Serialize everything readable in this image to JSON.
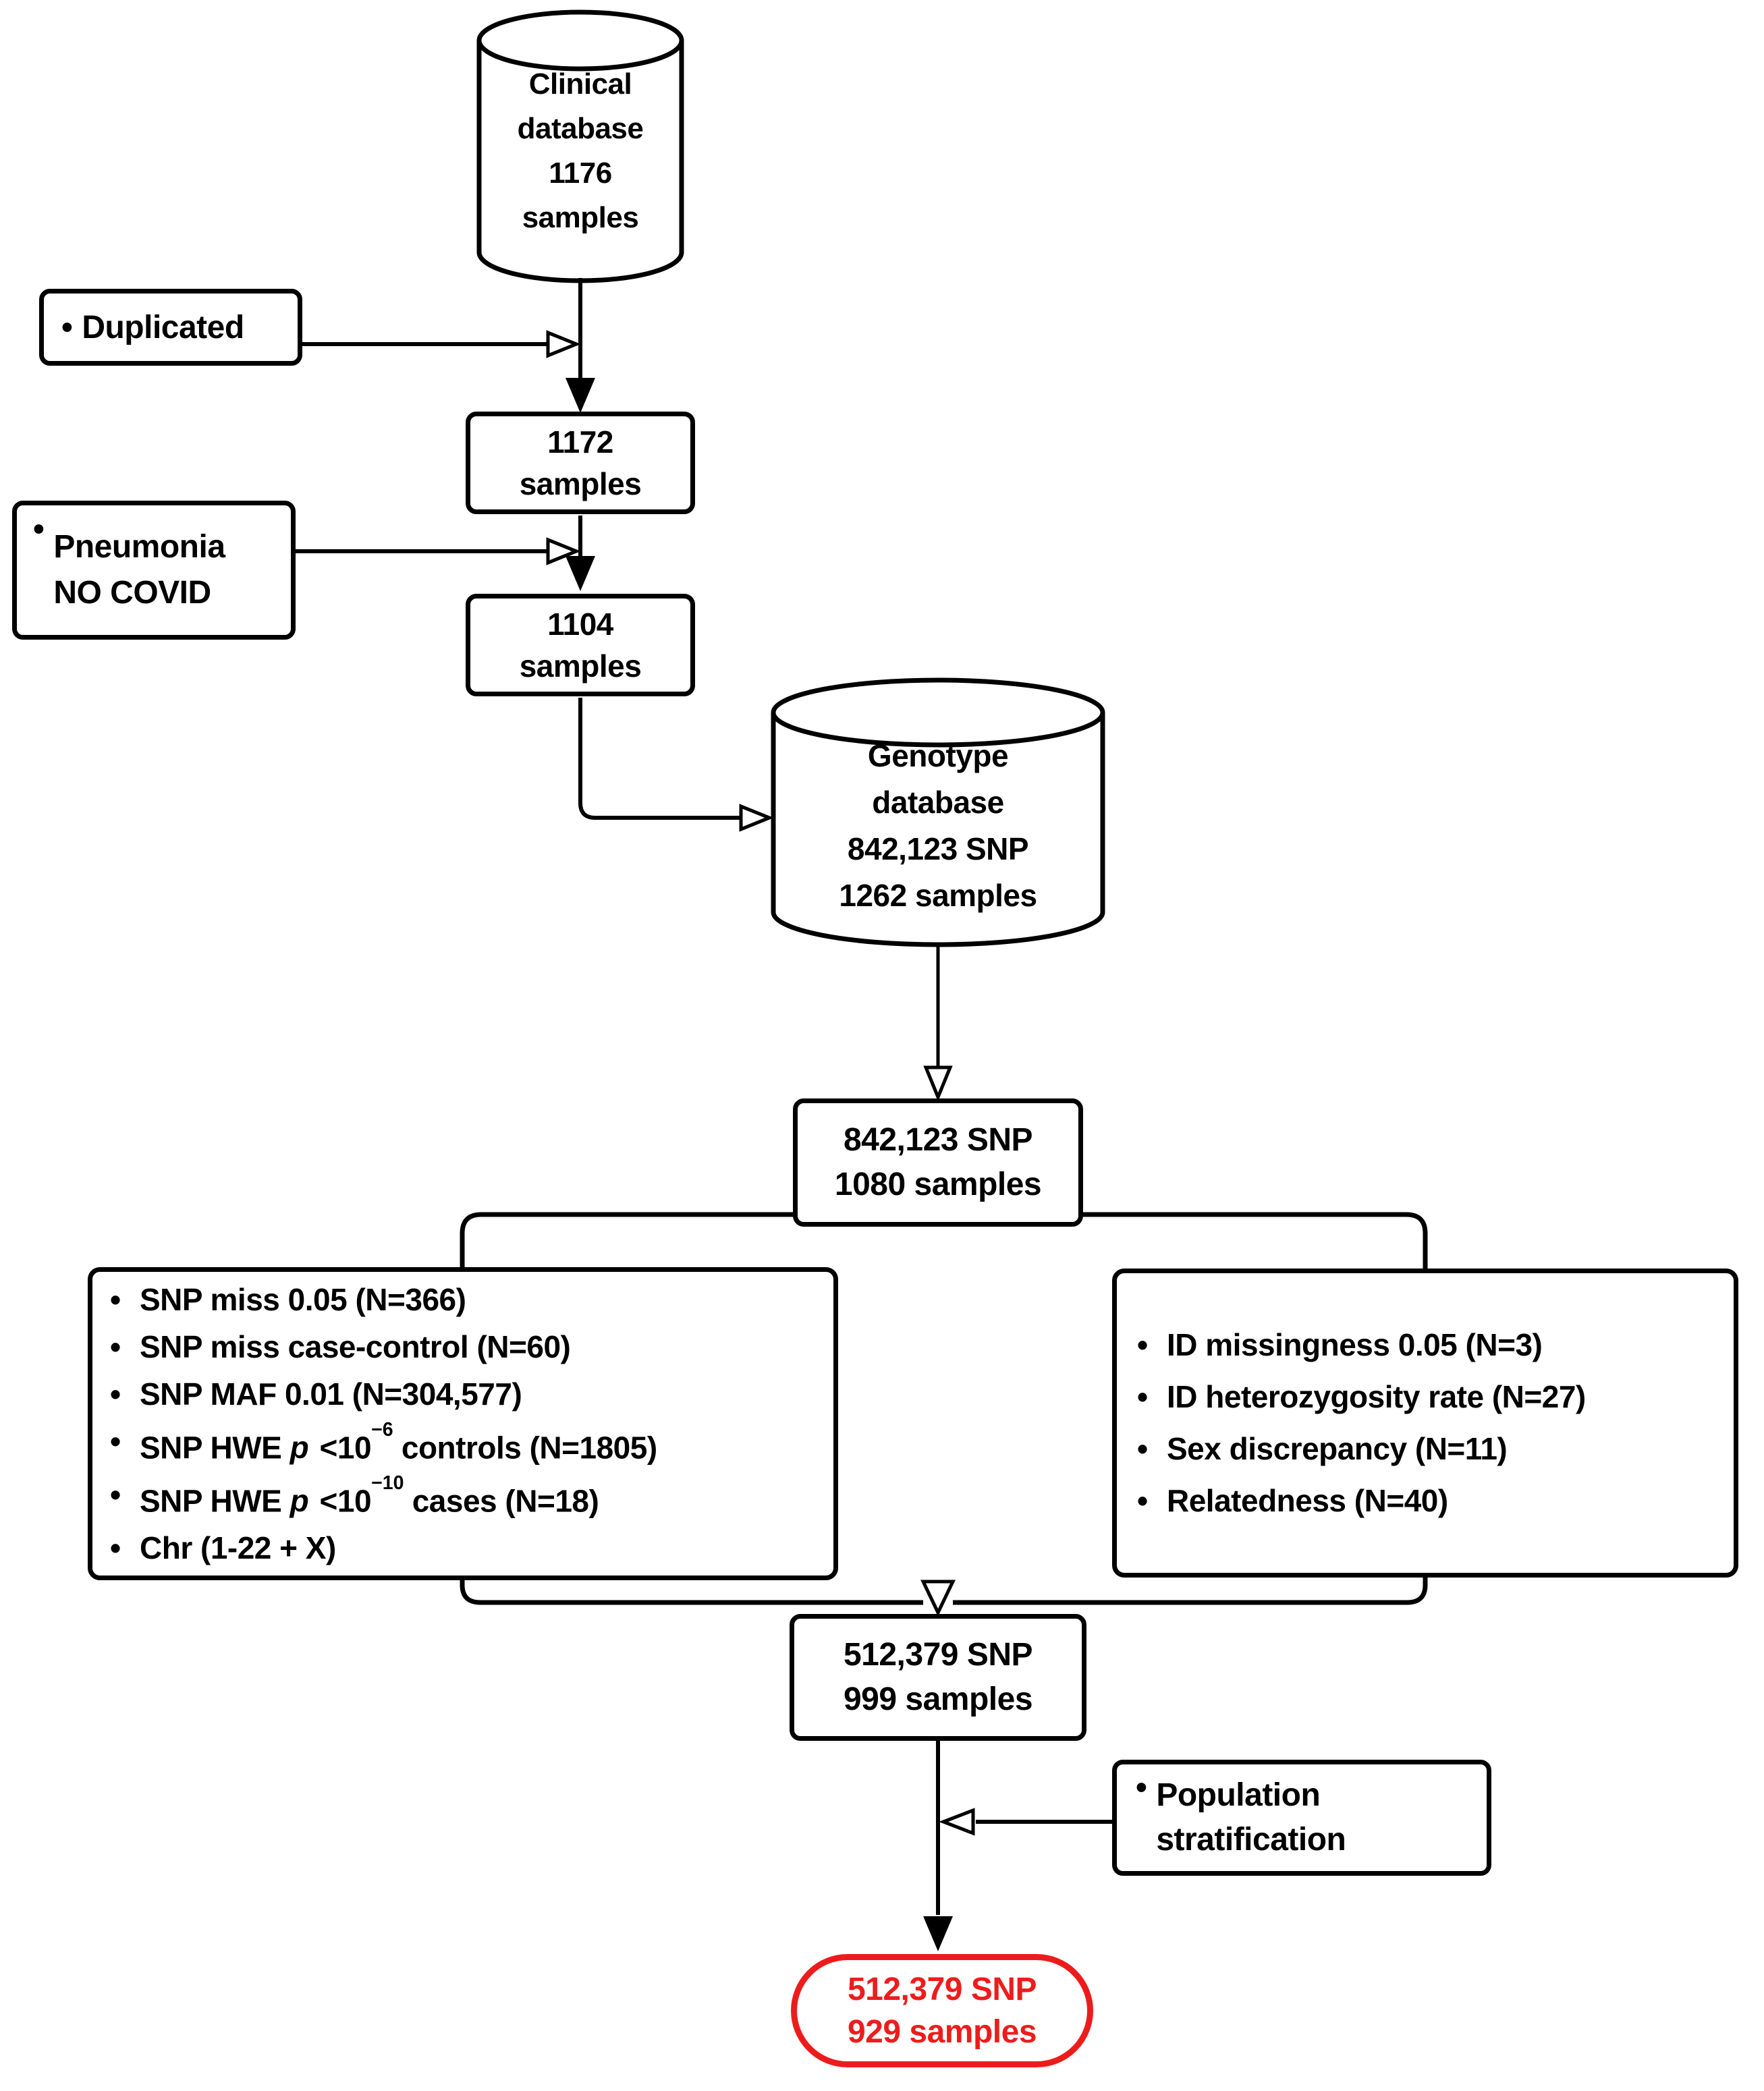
{
  "colors": {
    "line": "#000000",
    "accent_red": "#ed1c1c",
    "background": "#ffffff"
  },
  "bullet_char": "•",
  "nodes": {
    "clinical_db": {
      "label": "Clinical\ndatabase\n1176\nsamples"
    },
    "duplicated": {
      "label": "Duplicated"
    },
    "samples_1172": {
      "label": "1172\nsamples"
    },
    "pneumonia": {
      "label": "Pneumonia\nNO COVID"
    },
    "samples_1104": {
      "label": "1104\nsamples"
    },
    "genotype_db": {
      "label": "Genotype\ndatabase\n842,123 SNP\n1262 samples"
    },
    "snp_1080": {
      "label": "842,123 SNP\n1080 samples"
    },
    "snp_filters": {
      "items": [
        [
          {
            "t": "SNP miss 0.05 (N=366)"
          }
        ],
        [
          {
            "t": "SNP miss case-control (N=60)"
          }
        ],
        [
          {
            "t": "SNP MAF 0.01 (N=304,577)"
          }
        ],
        [
          {
            "t": "SNP HWE "
          },
          {
            "t": "p",
            "style": "i"
          },
          {
            "t": " <10"
          },
          {
            "t": "−6",
            "style": "sup"
          },
          {
            "t": " controls (N=1805)"
          }
        ],
        [
          {
            "t": "SNP HWE "
          },
          {
            "t": "p",
            "style": "i"
          },
          {
            "t": " <10"
          },
          {
            "t": "−10",
            "style": "sup"
          },
          {
            "t": " cases (N=18)"
          }
        ],
        [
          {
            "t": "Chr (1-22 + X)"
          }
        ]
      ]
    },
    "id_filters": {
      "items": [
        [
          {
            "t": "ID missingness 0.05 (N=3)"
          }
        ],
        [
          {
            "t": "ID heterozygosity rate (N=27)"
          }
        ],
        [
          {
            "t": "Sex discrepancy (N=11)"
          }
        ],
        [
          {
            "t": "Relatedness (N=40)"
          }
        ]
      ]
    },
    "snp_999": {
      "label": "512,379 SNP\n999 samples"
    },
    "population_stratification": {
      "label": "Population\nstratification"
    },
    "final_result": {
      "label": "512,379 SNP\n929 samples"
    }
  }
}
